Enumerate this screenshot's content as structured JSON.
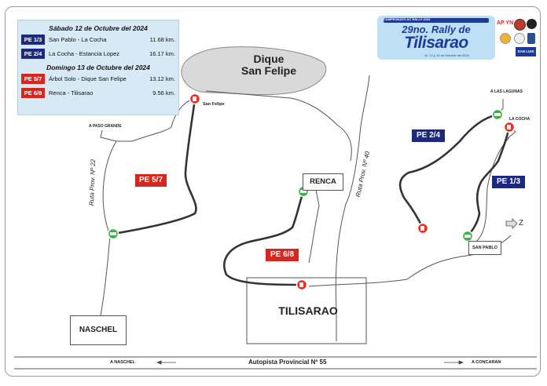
{
  "legend": {
    "day1": "Sábado 12 de Octubre del 2024",
    "day1_rows": [
      {
        "code": "PE 1/3",
        "name": "San Pablo - La Cocha",
        "dist": "11.68 km."
      },
      {
        "code": "PE 2/4",
        "name": "La Cocha - Estancia Lopez",
        "dist": "16.17 km."
      }
    ],
    "day2": "Domingo 13 de Octubre del 2024",
    "day2_rows": [
      {
        "code": "PE 5/7",
        "name": "Árbol Solo - Dique San Felipe",
        "dist": "13.12 km."
      },
      {
        "code": "PE 6/8",
        "name": "Renca - Tilisarao",
        "dist": "9.56 km."
      }
    ]
  },
  "logo": {
    "small": "CAMPEONATO AC RALLY 2024",
    "line1": "29no. Rally de",
    "line2": "Tilisarao",
    "dates": "11, 12 y 13 de Octubre del 2024",
    "sponsor_text": "AP YN",
    "sponsor_text2": "SAN LUIS"
  },
  "places": {
    "dique": "Dique San Felipe",
    "san_felipe": "San Felipe",
    "a_paso_grande": "A PASO GRANDE",
    "a_las_lagunas": "A LAS LAGUNAS",
    "la_cocha": "LA COCHA",
    "renca": "RENCA",
    "san_pablo": "SAN PABLO",
    "tilisarao": "TILISARAO",
    "naschel": "NASCHEL"
  },
  "roads": {
    "ruta22": "Ruta Prov. Nº 22",
    "ruta40": "Ruta Prov. Nº 40",
    "autopista": "Autopista Provincial Nº 55",
    "a_naschel": "A NASCHEL",
    "a_concaran": "A CONCARAN"
  },
  "stages": {
    "pe24": "PE 2/4",
    "pe13": "PE 1/3",
    "pe57": "PE 5/7",
    "pe68": "PE 6/8"
  },
  "compass": "Z",
  "colors": {
    "stage_blue": "#1b2a80",
    "stage_red": "#d8261c",
    "start_green": "#3cb043",
    "finish_red": "#e53224",
    "legend_bg": "#d7e9f5",
    "lake": "#d9d9d9"
  }
}
